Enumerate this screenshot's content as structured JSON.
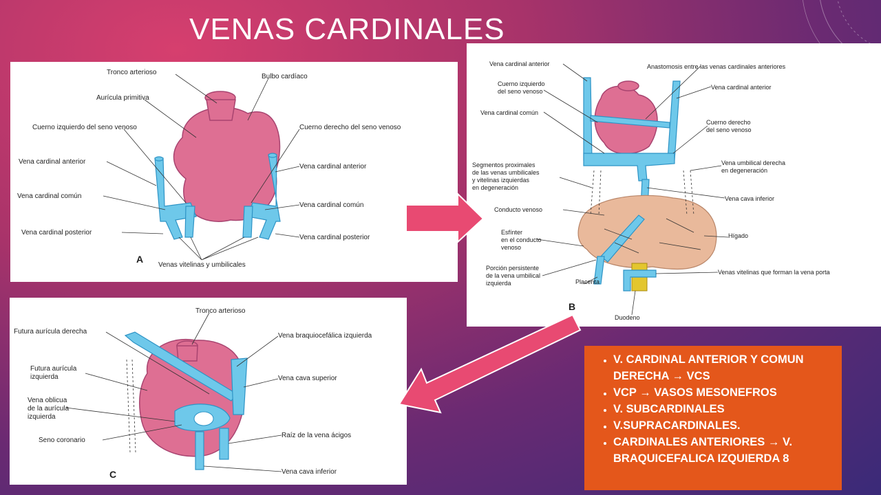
{
  "slide": {
    "title": "VENAS CARDINALES"
  },
  "panel_a": {
    "letter": "A",
    "labels": {
      "tronco": "Tronco arterioso",
      "bulbo": "Bulbo cardíaco",
      "auricula": "Aurícula primitiva",
      "cuerno_izq": "Cuerno izquierdo del seno venoso",
      "cuerno_der": "Cuerno derecho del seno venoso",
      "vca_izq": "Vena cardinal anterior",
      "vca_der": "Vena cardinal anterior",
      "vcc_izq": "Vena cardinal común",
      "vcc_der": "Vena cardinal común",
      "vcp_izq": "Vena cardinal posterior",
      "vcp_der": "Vena cardinal posterior",
      "vitelinas": "Venas vitelinas y umbilicales"
    }
  },
  "panel_b": {
    "letter": "B",
    "labels": {
      "vca_izq": "Vena cardinal anterior",
      "anastomosis": "Anastomosis entre las venas cardinales anteriores",
      "cuerno_izq_1": "Cuerno izquierdo",
      "cuerno_izq_2": "del seno venoso",
      "vca_der": "Vena cardinal anterior",
      "vcc": "Vena cardinal común",
      "cuerno_der_1": "Cuerno derecho",
      "cuerno_der_2": "del seno venoso",
      "seg_1": "Segmentos proximales",
      "seg_2": "de las venas umbilicales",
      "seg_3": "y vitelinas izquierdas",
      "seg_4": "en degeneración",
      "umb_der_1": "Vena umbilical derecha",
      "umb_der_2": "en degeneración",
      "cava_inf": "Vena cava inferior",
      "conducto": "Conducto venoso",
      "esf_1": "Esfínter",
      "esf_2": "en el conducto",
      "esf_3": "venoso",
      "higado": "Hígado",
      "porcion_1": "Porción persistente",
      "porcion_2": "de la vena umbilical",
      "porcion_3": "izquierda",
      "placenta": "Placenta",
      "vitelinas_porta": "Venas vitelinas que forman la vena porta",
      "duodeno": "Duodeno"
    }
  },
  "panel_c": {
    "letter": "C",
    "labels": {
      "tronco": "Tronco arterioso",
      "futura_der": "Futura aurícula derecha",
      "braquio": "Vena braquiocefálica izquierda",
      "futura_izq_1": "Futura aurícula",
      "futura_izq_2": "izquierda",
      "vcs": "Vena cava superior",
      "oblicua_1": "Vena oblicua",
      "oblicua_2": "de la aurícula",
      "oblicua_3": "izquierda",
      "seno_coronario": "Seno coronario",
      "azigos": "Raíz de la vena ácigos",
      "cava_inf": "Vena cava inferior"
    }
  },
  "info_box": {
    "items": [
      "V. CARDINAL ANTERIOR Y COMUN DERECHA → VCS",
      "VCP → VASOS MESONEFROS",
      "V. SUBCARDINALES",
      "V.SUPRACARDINALES.",
      "CARDINALES ANTERIORES → V. BRAQUICEFALICA IZQUIERDA 8"
    ]
  },
  "colors": {
    "box": "#e4571b",
    "arrow": "#e84a72",
    "heart": "#de6f93",
    "vein": "#6ec8ea"
  }
}
